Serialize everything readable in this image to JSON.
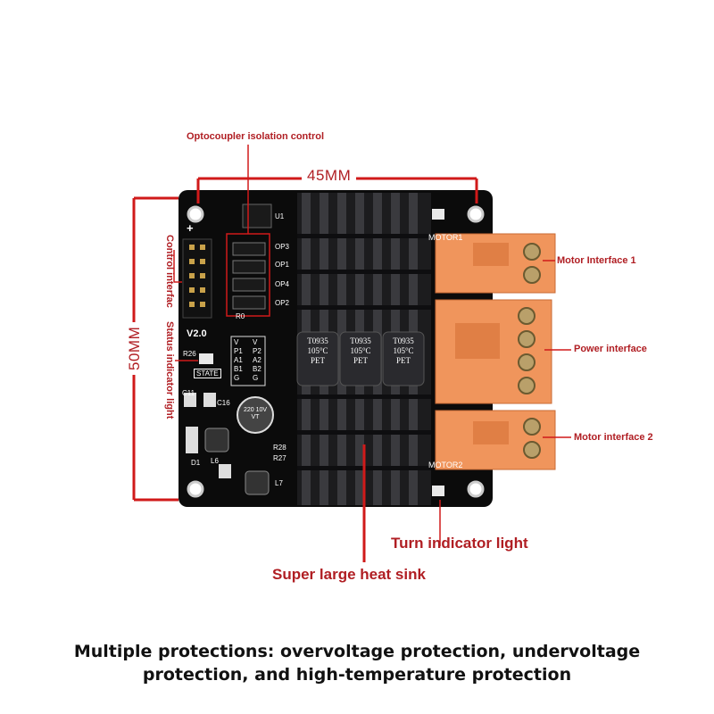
{
  "labels": {
    "optocoupler": "Optocoupler isolation control",
    "width": "45MM",
    "height": "50MM",
    "control_interface": "Control interfac",
    "status_light": "Status indicator light",
    "motor1": "Motor Interface 1",
    "power": "Power interface",
    "motor2": "Motor interface 2",
    "turn_light": "Turn indicator light",
    "heat_sink": "Super large heat sink"
  },
  "board": {
    "version": "V2.0",
    "motor1_silk": "MOTOR1",
    "motor2_silk": "MOTOR2",
    "cap_rating": "105°C",
    "cap_pet": "PET",
    "cap_code": "T0935",
    "inductor_text": "220 10V VT",
    "state": "STATE",
    "r26": "R26",
    "op_labels": [
      "OP3",
      "OP1",
      "OP4",
      "OP2"
    ],
    "pin_col1": [
      "V",
      "P1",
      "A1",
      "B1",
      "G"
    ],
    "pin_col2": [
      "V",
      "P2",
      "A2",
      "B2",
      "G"
    ],
    "u1": "U1",
    "plus": "+",
    "c11": "C11",
    "c16": "C16",
    "d1": "D1",
    "l6": "L6",
    "l7": "L7",
    "r28": "R28",
    "r27": "R27",
    "r0": "R0"
  },
  "caption": {
    "line1": "Multiple protections: overvoltage protection, undervoltage",
    "line2": "protection, and high-temperature protection"
  },
  "colors": {
    "accent": "#b01e23",
    "board": "#0b0b0b",
    "terminal": "#f0955c"
  }
}
